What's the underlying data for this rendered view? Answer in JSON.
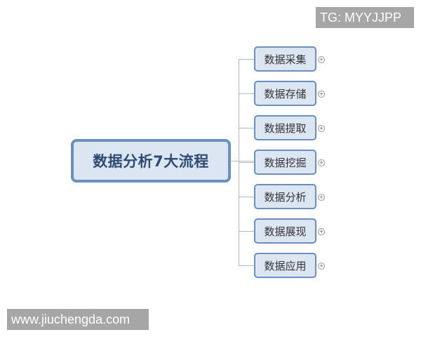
{
  "watermarks": {
    "top_right": "TG: MYYJJPP",
    "bottom_left": "www.jiuchengda.com"
  },
  "mindmap": {
    "root": "数据分析7大流程",
    "children": [
      {
        "label": "数据采集"
      },
      {
        "label": "数据存储"
      },
      {
        "label": "数据提取"
      },
      {
        "label": "数据挖掘"
      },
      {
        "label": "数据分析"
      },
      {
        "label": "数据展现"
      },
      {
        "label": "数据应用"
      }
    ],
    "expander_symbol": "+"
  },
  "colors": {
    "node_fill": "#dce6f2",
    "node_border": "#6a8fc0",
    "root_text": "#2f4b73",
    "connector": "#b8b8b8",
    "watermark_bg": "#a6a6a6"
  }
}
